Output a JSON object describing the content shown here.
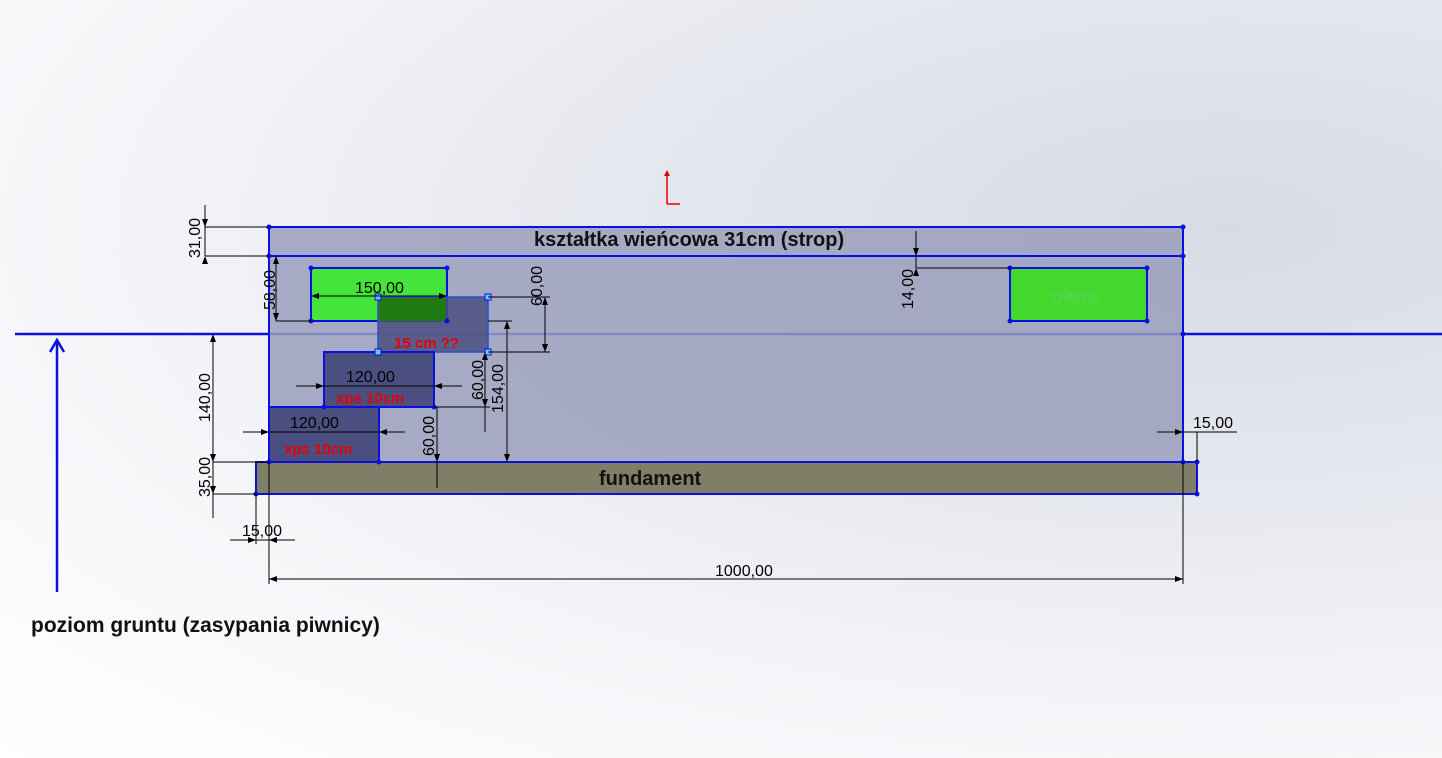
{
  "labels": {
    "strop": "kształtka wieńcowa 31cm (strop)",
    "fundament": "fundament",
    "okno": "okno",
    "question": "15 cm ??",
    "xps_upper": "xps 10cm",
    "xps_lower": "xps 10cm",
    "ground_caption": "poziom gruntu (zasypania piwnicy)"
  },
  "dimensions": {
    "d_31": "31,00",
    "d_58": "58,00",
    "d_150": "150,00",
    "d_60_top": "60,00",
    "d_14": "14,00",
    "d_140": "140,00",
    "d_120_upper": "120,00",
    "d_60_mid": "60,00",
    "d_154": "154,00",
    "d_120_lower": "120,00",
    "d_60_low": "60,00",
    "d_15_right": "15,00",
    "d_35": "35,00",
    "d_15_left": "15,00",
    "d_1000": "1000,00"
  },
  "colors": {
    "sketch_line": "#0a10e0",
    "wall_fill": "#9a9dbb",
    "window_fill": "#44d82c",
    "xps_fill": "#4a4f80",
    "foundation_fill": "#7f7e66",
    "annotation_red": "#e60000"
  }
}
